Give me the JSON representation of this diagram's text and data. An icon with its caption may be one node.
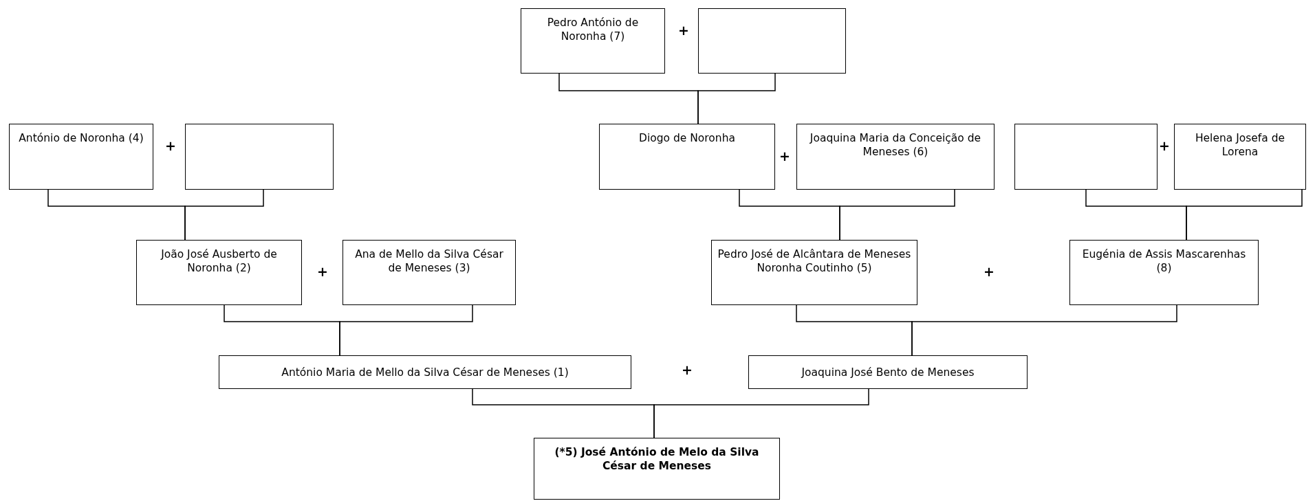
{
  "diagram": {
    "nodes": [
      {
        "text": [
          "Pedro António de Noronha (7)"
        ]
      },
      {
        "text": [],
        "shape": "box"
      },
      {
        "text": [
          "António de Noronha (4)"
        ]
      },
      {
        "text": [],
        "shape": "box"
      },
      {
        "text": [
          "Diogo de Noronha"
        ]
      },
      {
        "text": [
          "Joaquina Maria da Conceição de Meneses (6)"
        ]
      },
      {
        "text": [],
        "shape": "box"
      },
      {
        "text": [
          "Helena Josefa de Lorena"
        ]
      },
      {
        "text": [
          "João José Ausberto de Noronha (2)"
        ]
      },
      {
        "text": [
          "Ana de Mello da Silva César de Meneses (3)"
        ]
      },
      {
        "text": [
          "Pedro José de Alcântara de Meneses Noronha Coutinho (5)"
        ]
      },
      {
        "text": [
          "Eugénia de Assis Mascarenhas (8)"
        ]
      },
      {
        "text": [
          "António Maria de Mello da Silva César de Meneses (1)"
        ]
      },
      {
        "text": [
          "Joaquina José Bento de Meneses"
        ]
      },
      {
        "text": [
          "(*5) José António de Melo da Silva César de Meneses"
        ]
      }
    ],
    "edges": [
      {
        "from": 0,
        "to": 4,
        "arrow": "none"
      },
      {
        "from": 1,
        "to": 4,
        "arrow": "none"
      },
      {
        "from": 2,
        "to": 8,
        "arrow": "none"
      },
      {
        "from": 3,
        "to": 8,
        "arrow": "none"
      },
      {
        "from": 4,
        "to": 10,
        "arrow": "none"
      },
      {
        "from": 5,
        "to": 10,
        "arrow": "none"
      },
      {
        "from": 6,
        "to": 11,
        "arrow": "none"
      },
      {
        "from": 7,
        "to": 11,
        "arrow": "none"
      },
      {
        "from": 8,
        "to": 12,
        "arrow": "none"
      },
      {
        "from": 9,
        "to": 12,
        "arrow": "none"
      },
      {
        "from": 10,
        "to": 13,
        "arrow": "none"
      },
      {
        "from": 11,
        "to": 13,
        "arrow": "none"
      },
      {
        "from": 12,
        "to": 14,
        "arrow": "none"
      },
      {
        "from": 13,
        "to": 14,
        "arrow": "none"
      }
    ],
    "labels": [
      "+",
      "+",
      "+",
      "+",
      "+",
      "+",
      "+"
    ]
  }
}
